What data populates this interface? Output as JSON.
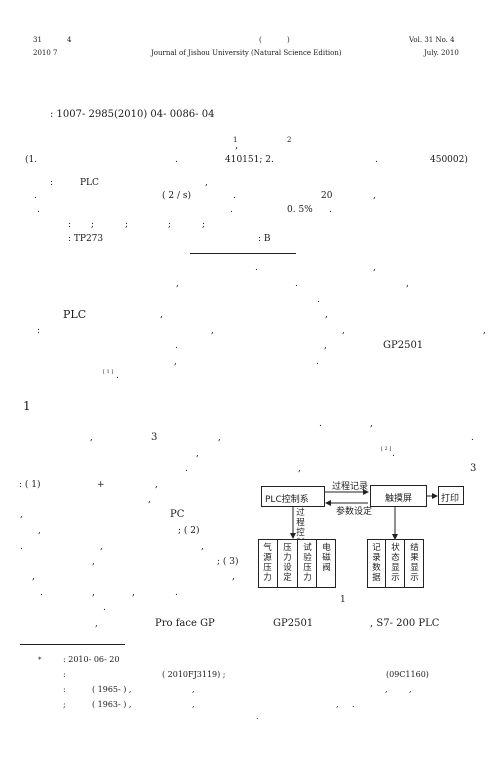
{
  "header": {
    "vol_cn": "31",
    "no_cn": "4",
    "paren_open": "(",
    "paren_close": ")",
    "vol_en": "Vol. 31   No. 4",
    "year_month": "2010     7",
    "journal": "Journal of Jishou University (Natural Science Edition)",
    "date_en": "July.  2010"
  },
  "article_no": ": 1007-  2985(2010) 04-   0086-   04",
  "authors": {
    "sup1": "1",
    "comma": ",",
    "sup2": "2"
  },
  "affiliation": {
    "a1": "(1.",
    "dot1": ".",
    "zip1": "410151; 2.",
    "dot2": ".",
    "zip2": "450002)"
  },
  "abstract": {
    "l1_label": ":",
    "l1_plc": "PLC",
    "l1_end": ",",
    "l2_start": ".",
    "l2_speed": "( 2    / s)",
    "l2_dot": ".",
    "l2_num": "20",
    "l2_end": ",",
    "l3_start": ".",
    "l3_dot": ".",
    "l3_pct": "0. 5%",
    "l3_end": "."
  },
  "keywords": {
    "label": ":",
    "s1": ";",
    "s2": ";",
    "s3": ";",
    "s4": ";"
  },
  "classification": {
    "clc": ": TP273",
    "doc": ": B"
  },
  "intro": {
    "p1a": ".",
    "p1b": ",",
    "p2a": ",",
    "p2b": ".",
    "p2c": ",",
    "p3a": ".",
    "p4_plc": "PLC",
    "p4a": ",",
    "p4b": ",",
    "p5a": ":",
    "p5b": ",",
    "p5c": ",",
    "p5d": ",",
    "p6a": ".",
    "p6b": ",",
    "p6_gp": "GP2501",
    "p7a": ",",
    "p7b": ".",
    "ref1": "[ 1 ]",
    "p8a": "."
  },
  "section1": {
    "num": "1",
    "l1a": ".",
    "l1b": ",",
    "l2a": ",",
    "l2_three": "3",
    "l2b": ",",
    "l2c": ".",
    "l3a": ",",
    "ref2": "[ 2 ]",
    "l3b": ".",
    "l4a": ".",
    "l4b": ",",
    "l4_three": "3",
    "l5_item1": ": ( 1)",
    "l5_plus": "+",
    "l5_end": ",",
    "l6_end": ",",
    "l7a": ",",
    "l7_pc": "PC",
    "l8a": ",",
    "l8_item2": "; ( 2)",
    "l9a": ".",
    "l9b": ",",
    "l9c": ",",
    "l10a": ",",
    "l10_item3": "; ( 3)",
    "l11a": ",",
    "l11b": ",",
    "l12a": ".",
    "l12b": ",",
    "l12c": ",",
    "l12d": ".",
    "l13a": ".",
    "l14a": ",",
    "l14_proface": "Pro face  GP",
    "l14_gp": "GP2501",
    "l14_plc": ", S7-   200 PLC"
  },
  "figure": {
    "number": "1",
    "plc_box": "PLC控制系",
    "touch_box": "触摸屏",
    "print_box": "打印",
    "arrow_record": "过程记录",
    "arrow_params": "参数设定",
    "arrow_control": "过程控制",
    "sub_left": [
      "气源压力",
      "压力设定",
      "试验压力",
      "电磁阀"
    ],
    "sub_right": [
      "记录数据",
      "状态显示",
      "结果显示"
    ]
  },
  "footnote": {
    "star": "*",
    "received": ": 2010-   06-   20",
    "fund_label": ":",
    "fund_code1": "( 2010FJ3119) ;",
    "fund_code2": "(09C1160)",
    "bio1_label": ":",
    "bio1_year": "( 1965-   ) ,",
    "bio1_comma": ",",
    "bio1_end": ",",
    "bio1_end2": ",",
    "bio2_label": ";",
    "bio2_year": "( 1963-   ) ,",
    "bio2_comma": ",",
    "bio2_end": ",",
    "bio2_end2": ".",
    "tail": "."
  }
}
